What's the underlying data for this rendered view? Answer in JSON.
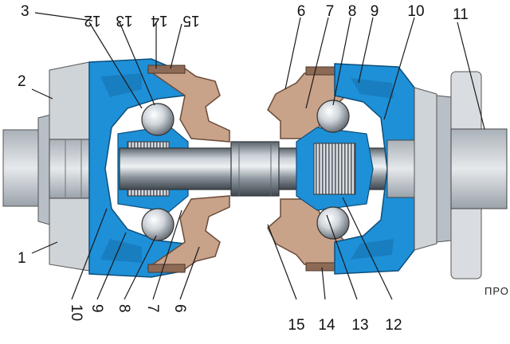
{
  "colors": {
    "background": "#ffffff",
    "housing_blue": "#1e90d8",
    "housing_blue_dark": "#1570ad",
    "boot_copper": "#c9a28a",
    "boot_copper_dark": "#8d6a55",
    "metal_light": "#d8dde2",
    "metal_mid": "#9aa3ab",
    "metal_dark": "#4a5158",
    "hub_grey": "#c4c9ce"
  },
  "diagram": {
    "top_labels": [
      "3",
      "12",
      "13",
      "14",
      "15",
      "6",
      "7",
      "8",
      "9",
      "10",
      "11"
    ],
    "left_labels": [
      "2",
      "1"
    ],
    "bottom_labels": [
      "10",
      "9",
      "8",
      "7",
      "6",
      "15",
      "14",
      "13",
      "12"
    ],
    "side_note": "ПРО"
  }
}
